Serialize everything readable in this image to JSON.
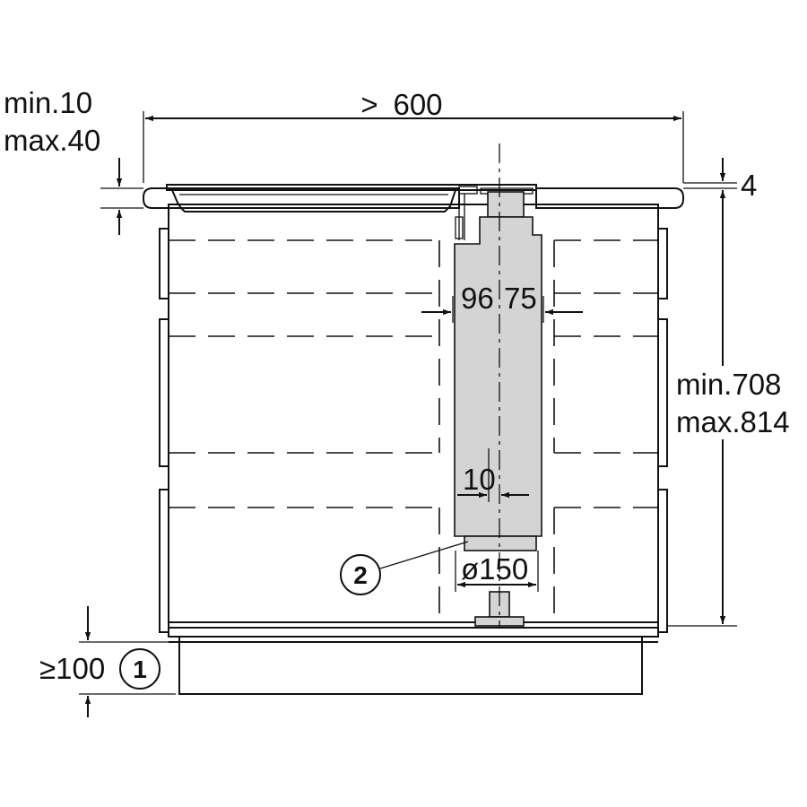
{
  "dimensions": {
    "width": "600",
    "width_symbol": ">",
    "worktop_min": "min.10",
    "worktop_max": "max.40",
    "gap_top": "4",
    "height_min": "min.708",
    "height_max": "max.814",
    "duct_left": "96",
    "duct_right": "75",
    "duct_offset": "10",
    "duct_diameter": "ø150",
    "plinth": "≥100"
  },
  "callouts": {
    "one": "1",
    "two": "2"
  }
}
